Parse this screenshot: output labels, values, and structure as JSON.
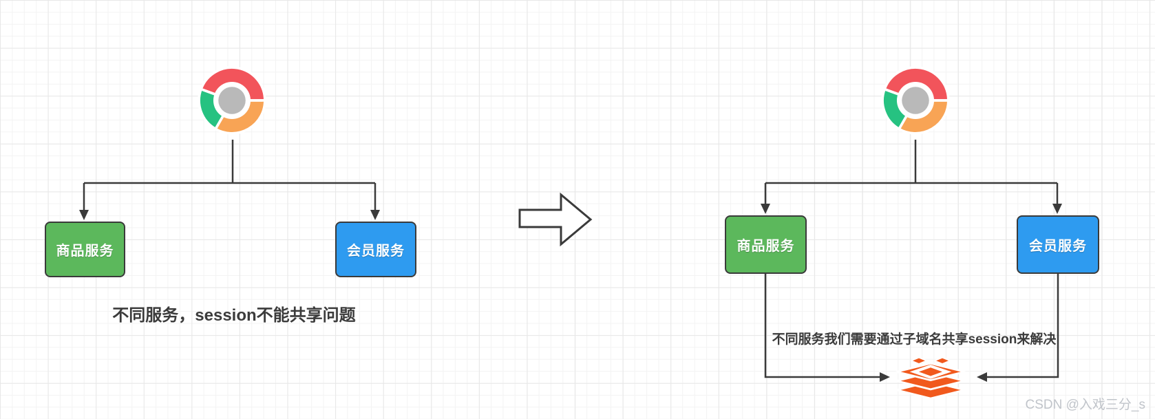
{
  "left_diagram": {
    "browser_icon": "chrome",
    "nodes": [
      {
        "id": "product-service",
        "label": "商品服务",
        "fill": "#5CB85C"
      },
      {
        "id": "member-service",
        "label": "会员服务",
        "fill": "#2E9BF0"
      }
    ],
    "caption": "不同服务，session不能共享问题"
  },
  "transition": {
    "shape": "hollow-right-arrow"
  },
  "right_diagram": {
    "browser_icon": "chrome",
    "nodes": [
      {
        "id": "product-service",
        "label": "商品服务",
        "fill": "#5CB85C"
      },
      {
        "id": "member-service",
        "label": "会员服务",
        "fill": "#2E9BF0"
      }
    ],
    "caption": "不同服务我们需要通过子域名共享session来解决",
    "store_icon": "redis"
  },
  "watermark": "CSDN @入戏三分_s",
  "colors": {
    "connector": "#3a3a3a",
    "node_green": "#5CB85C",
    "node_blue": "#2E9BF0",
    "chrome_red": "#F2545B",
    "chrome_green": "#26C281",
    "chrome_orange": "#F8A455",
    "chrome_gray": "#B9B9B9",
    "redis_orange": "#F1591D",
    "watermark_gray": "#c0c4ca"
  }
}
